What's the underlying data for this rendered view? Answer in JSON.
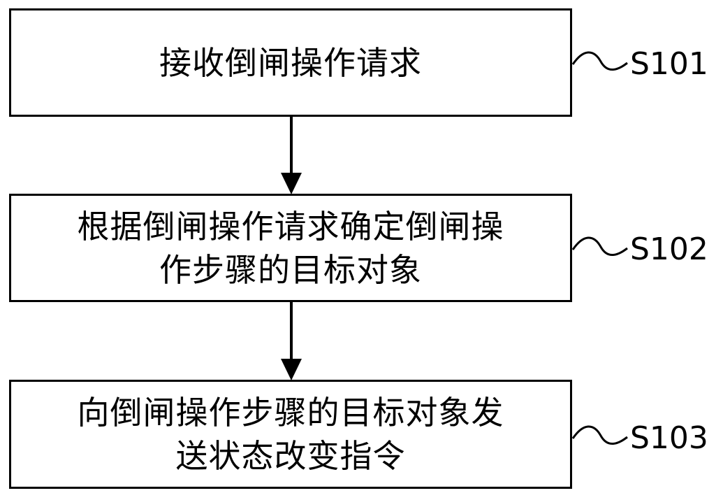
{
  "steps": [
    {
      "id": "S101",
      "lines": [
        "接收倒闸操作请求"
      ]
    },
    {
      "id": "S102",
      "lines": [
        "根据倒闸操作请求确定倒闸操",
        "作步骤的目标对象"
      ]
    },
    {
      "id": "S103",
      "lines": [
        "向倒闸操作步骤的目标对象发",
        "送状态改变指令"
      ]
    }
  ]
}
